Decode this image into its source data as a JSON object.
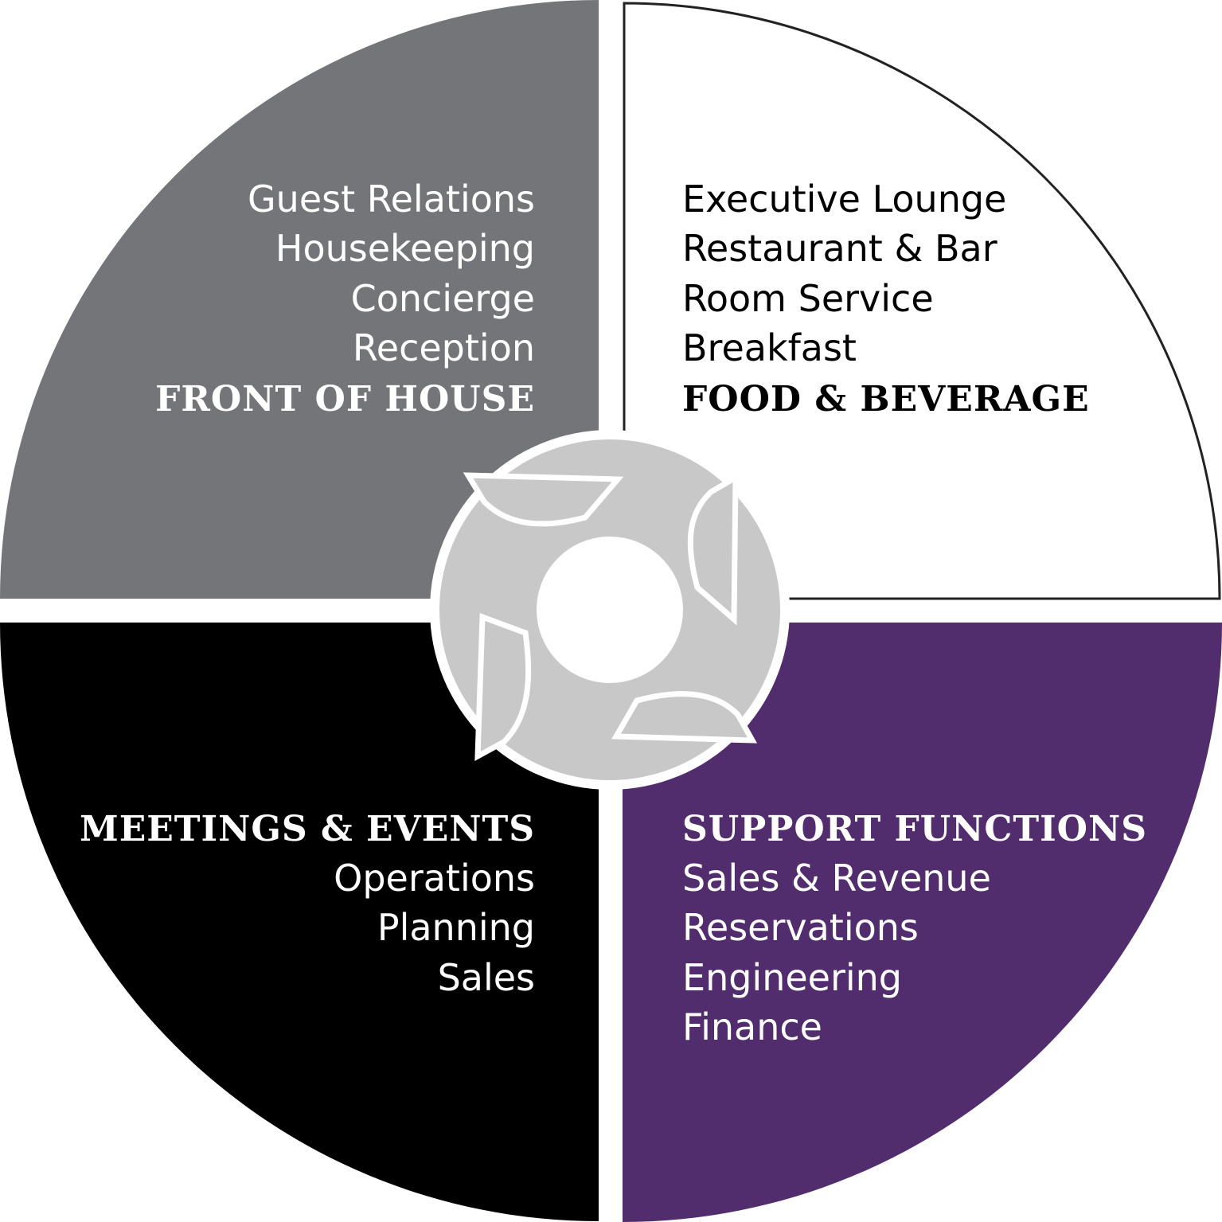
{
  "colors": {
    "front_of_house": "#747578",
    "food_beverage": "#ffffff",
    "support_functions": "#522d6d",
    "meetings_events": "#000000",
    "cycle_disc": "#c8c8c9",
    "outline": "#222222",
    "text_light": "#ffffff",
    "text_dark": "#000000"
  },
  "quadrants": {
    "front_of_house": {
      "heading": "FRONT OF HOUSE",
      "items": [
        "Guest Relations",
        "Housekeeping",
        "Concierge",
        "Reception"
      ]
    },
    "food_beverage": {
      "heading": "FOOD & BEVERAGE",
      "items": [
        "Executive Lounge",
        "Restaurant & Bar",
        "Room Service",
        "Breakfast"
      ]
    },
    "meetings_events": {
      "heading": "MEETINGS & EVENTS",
      "items": [
        "Operations",
        "Planning",
        "Sales"
      ]
    },
    "support_functions": {
      "heading": "SUPPORT FUNCTIONS",
      "items": [
        "Sales & Revenue",
        "Reservations",
        "Engineering",
        "Finance"
      ]
    }
  },
  "center": {
    "icon": "cycle-arrows-icon"
  }
}
